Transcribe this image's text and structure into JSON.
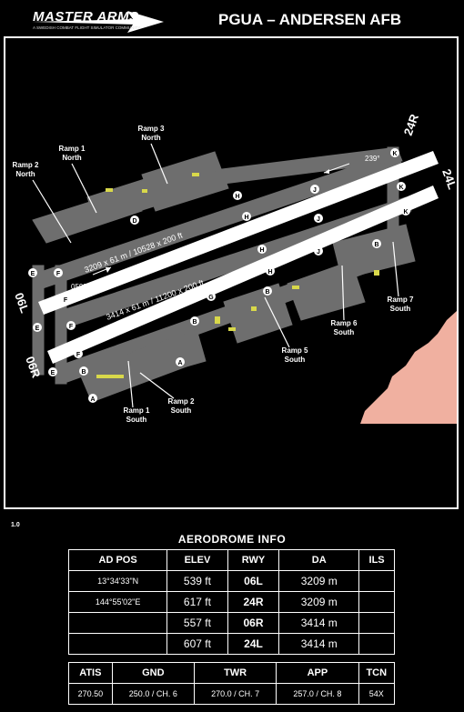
{
  "header": {
    "logo_text": "MASTER ARMS",
    "logo_subtext": "A SWEDISH COMBAT FLIGHT SIMULATOR COMMUNITY",
    "title": "PGUA – ANDERSEN AFB"
  },
  "map": {
    "runway_north_label": "3209 x 61 m / 10528 x 200 ft",
    "runway_south_label": "3414 x 61 m / 11200 x 200 ft",
    "rwy_24R": "24R",
    "rwy_24L": "24L",
    "rwy_06L": "06L",
    "rwy_06R": "06R",
    "heading_239": "239°",
    "heading_059": "059°",
    "ramps": {
      "ramp3_north": [
        "Ramp 3",
        "North"
      ],
      "ramp1_north": [
        "Ramp 1",
        "North"
      ],
      "ramp2_north": [
        "Ramp 2",
        "North"
      ],
      "ramp7_south": [
        "Ramp 7",
        "South"
      ],
      "ramp6_south": [
        "Ramp 6",
        "South"
      ],
      "ramp5_south": [
        "Ramp 5",
        "South"
      ],
      "ramp1_south": [
        "Ramp 1",
        "South"
      ],
      "ramp2_south": [
        "Ramp 2",
        "South"
      ]
    },
    "taxiways": [
      "K",
      "J",
      "H",
      "D",
      "F",
      "E",
      "G",
      "B",
      "A"
    ],
    "colors": {
      "background": "#000000",
      "pavement": "#6e6e6e",
      "runway": "#ffffff",
      "water": "#f0b0a0",
      "parking": "#d8d84a"
    }
  },
  "version": "1.0",
  "info": {
    "title": "AERODROME INFO",
    "headers": [
      "AD POS",
      "ELEV",
      "RWY",
      "DA",
      "ILS"
    ],
    "rows": [
      [
        "13°34'33\"N",
        "539 ft",
        "06L",
        "3209 m",
        ""
      ],
      [
        "144°55'02\"E",
        "617 ft",
        "24R",
        "3209 m",
        ""
      ],
      [
        "",
        "557 ft",
        "06R",
        "3414 m",
        ""
      ],
      [
        "",
        "607 ft",
        "24L",
        "3414 m",
        ""
      ]
    ],
    "comm_headers": [
      "ATIS",
      "GND",
      "TWR",
      "APP",
      "TCN"
    ],
    "comm_values": [
      "270.50",
      "250.0 / CH. 6",
      "270.0 / CH. 7",
      "257.0 / CH. 8",
      "54X"
    ]
  }
}
